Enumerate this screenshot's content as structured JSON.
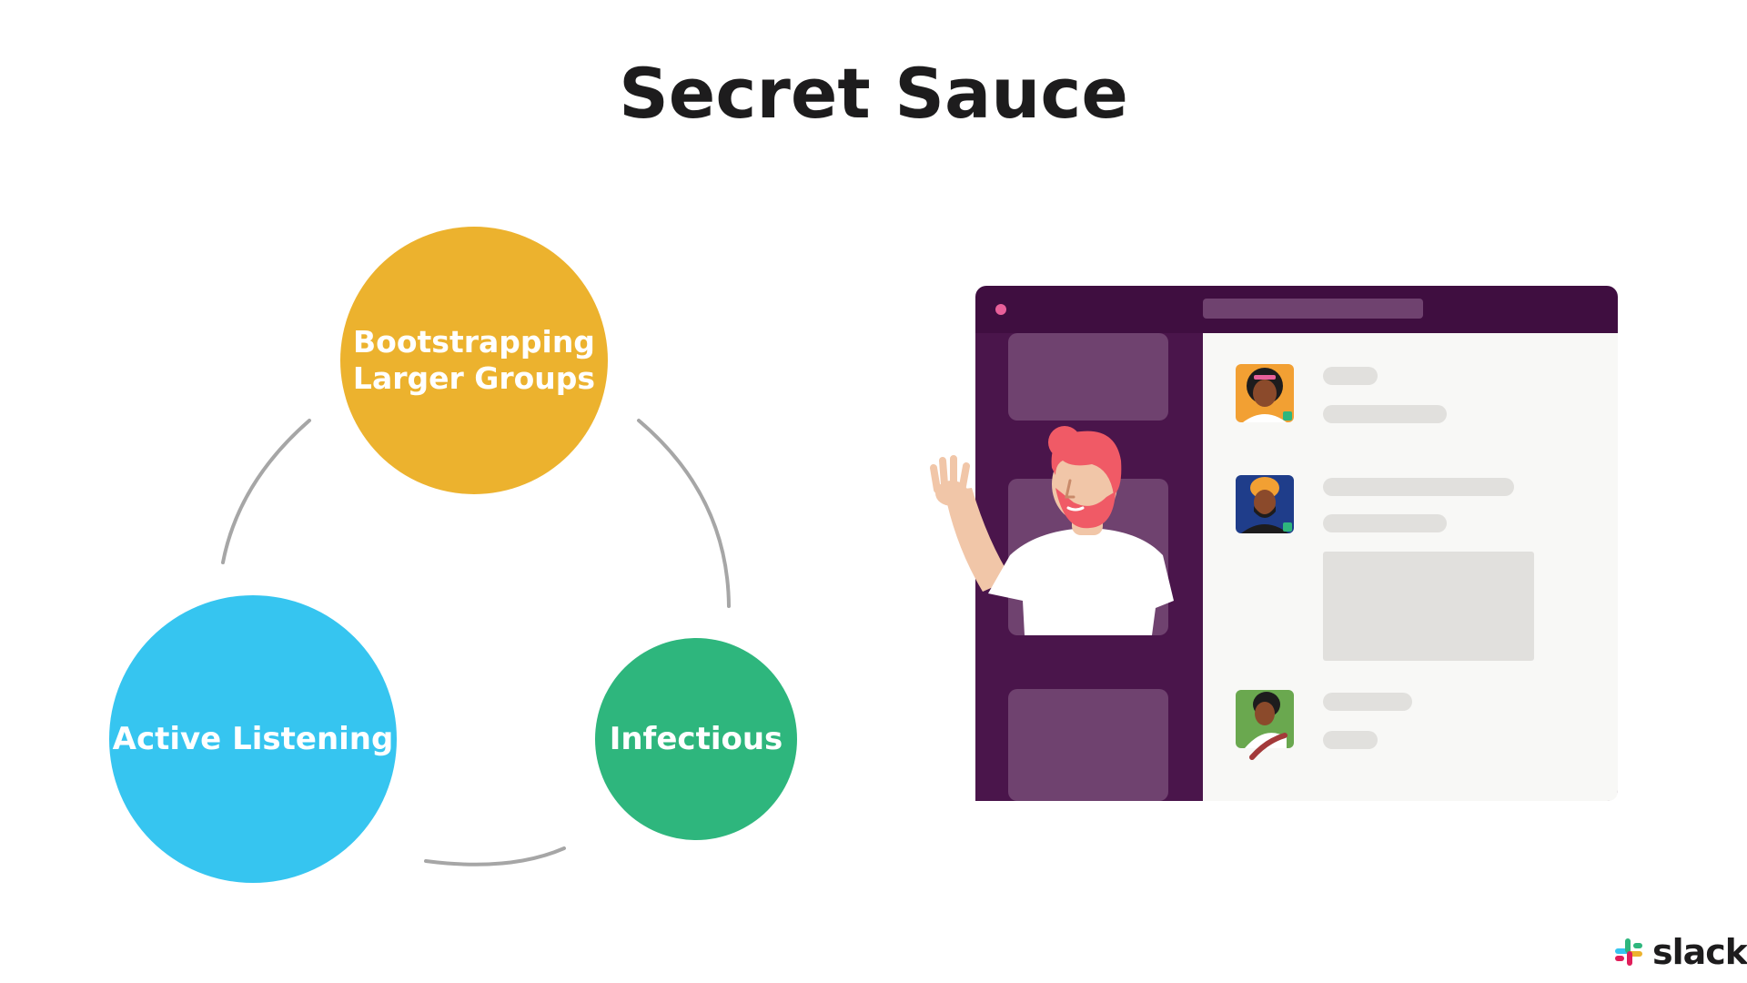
{
  "slide": {
    "title": "Secret Sauce"
  },
  "cycle": {
    "nodes": [
      {
        "id": "bootstrapping",
        "lines": [
          "Bootstrapping",
          "Larger Groups"
        ],
        "color": "#ecb22e"
      },
      {
        "id": "active-listening",
        "lines": [
          "Active Listening"
        ],
        "color": "#36c5f0"
      },
      {
        "id": "infectious",
        "lines": [
          "Infectious"
        ],
        "color": "#2eb67d"
      }
    ],
    "connector_color": "#a6a6a6"
  },
  "illustration": {
    "window_frame_color": "#3f0e40",
    "sidebar_color": "#4a154b",
    "sidebar_tile_color": "#6f426f",
    "content_color": "#f8f8f6",
    "placeholder_color": "#e1e0dd",
    "dot_color": "#e8609a",
    "icons": [
      "waving-person-icon",
      "avatar-icon"
    ]
  },
  "brand": {
    "logo_text": "slack",
    "colors": [
      "#36c5f0",
      "#2eb67d",
      "#ecb22e",
      "#e01e5a"
    ]
  }
}
